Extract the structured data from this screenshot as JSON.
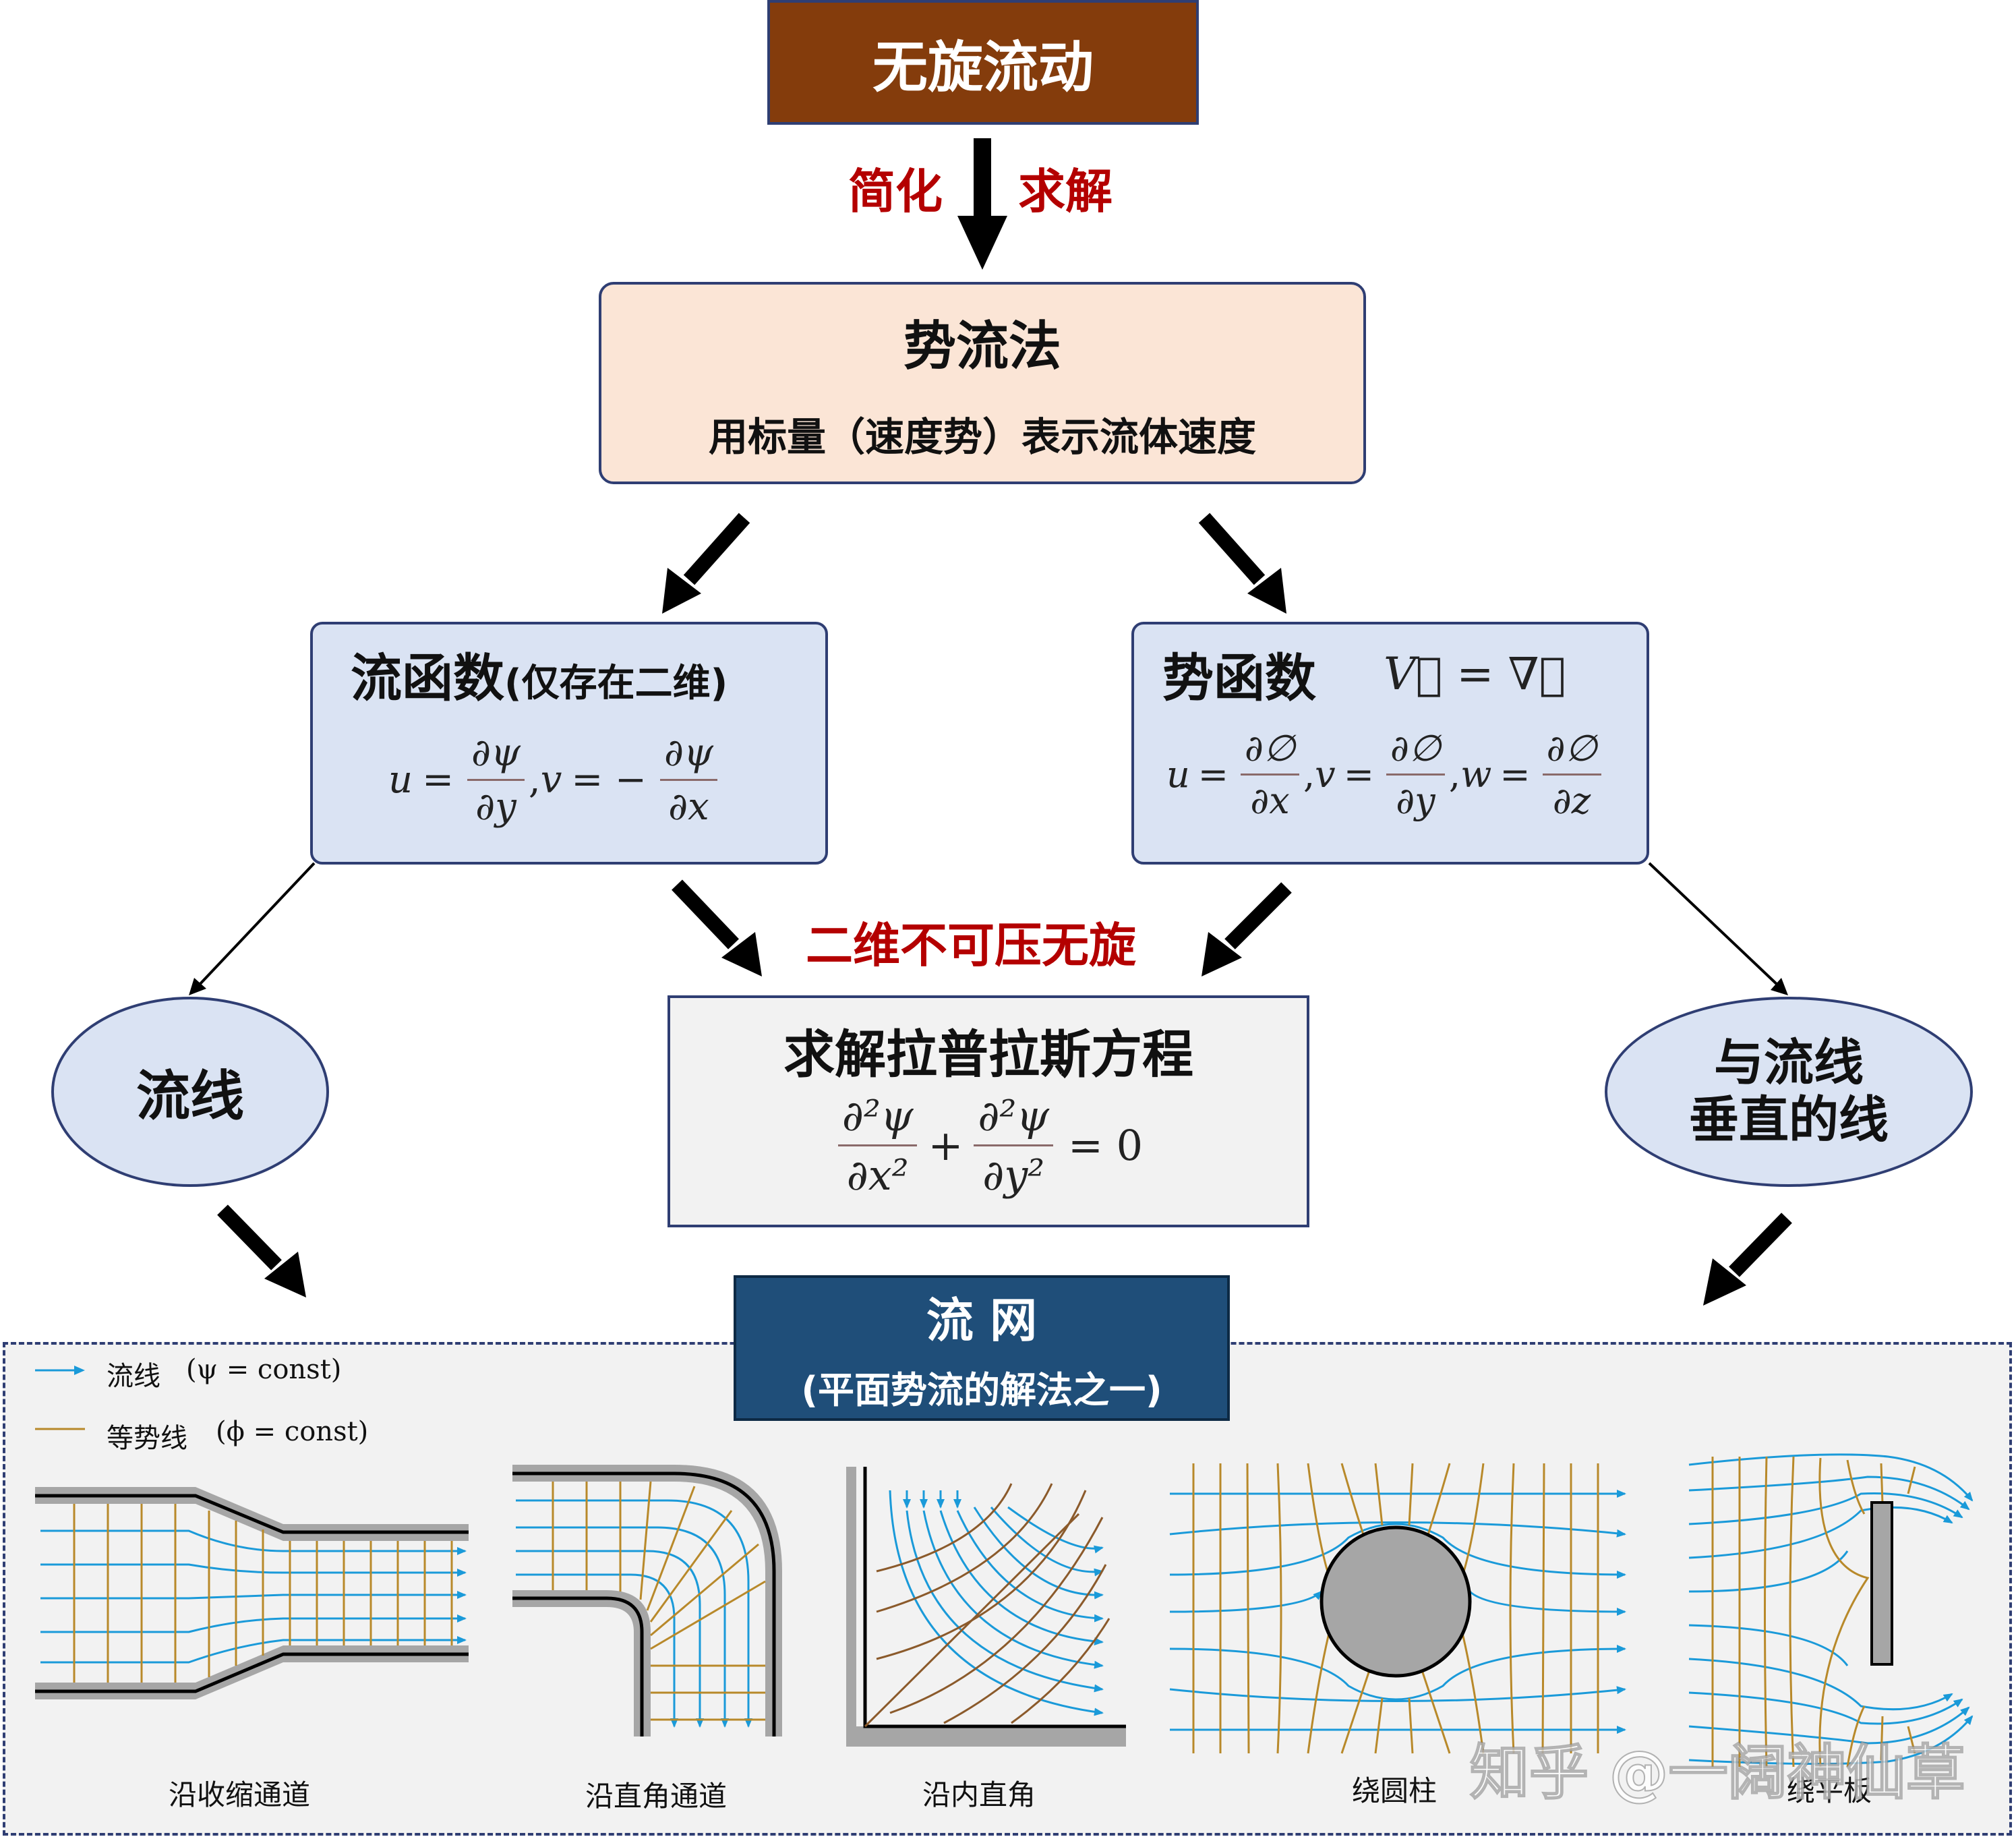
{
  "top": {
    "title": "无旋流动"
  },
  "arrow_labels": {
    "left": "简化",
    "right": "求解"
  },
  "potential_method": {
    "title": "势流法",
    "subtitle": "用标量（速度势）表示流体速度"
  },
  "stream_function": {
    "title": "流函数",
    "note": "(仅存在二维)",
    "eq": {
      "u": "u",
      "eq1": "=",
      "num1": "∂ψ",
      "den1": "∂y",
      "sep": ",",
      "v": "v",
      "eq2": "= −",
      "num2": "∂ψ",
      "den2": "∂x"
    }
  },
  "potential_function": {
    "title": "势函数",
    "vector_eq": "V⃗ = ∇∅",
    "eq": {
      "u": "u",
      "eq": "=",
      "num_x": "∂∅",
      "den_x": "∂x",
      "v": "v",
      "num_y": "∂∅",
      "den_y": "∂y",
      "w": "w",
      "num_z": "∂∅",
      "den_z": "∂z",
      "sep": ","
    }
  },
  "center_label": "二维不可压无旋",
  "laplace": {
    "title": "求解拉普拉斯方程",
    "num1": "∂²ψ",
    "den1": "∂x²",
    "plus": "+",
    "num2": "∂²ψ",
    "den2": "∂y²",
    "rhs": "= 0"
  },
  "streamline": {
    "label": "流线"
  },
  "perpendicular": {
    "line1": "与流线",
    "line2": "垂直的线"
  },
  "flow_net": {
    "title": "流 网",
    "subtitle": "(平面势流的解法之一)"
  },
  "legend": {
    "streamline": "流线",
    "streamline_eq": "(ψ = const)",
    "equipotential": "等势线",
    "equipotential_eq": "(ϕ = const)"
  },
  "panels": {
    "p1": "沿收缩通道",
    "p2": "沿直角通道",
    "p3": "沿内直角",
    "p4": "绕圆柱",
    "p5": "绕平板"
  },
  "watermark": "知乎 @一阔神仙草",
  "colors": {
    "top_box": "#843c0c",
    "method_box": "#fbe5d6",
    "blue_box": "#dae3f3",
    "border_blue": "#2f3e73",
    "flow_net_box": "#1f4e79",
    "red_text": "#b40000",
    "streamline": "#1a9ad9",
    "equipotential": "#b8892a",
    "wall": "#a6a6a6"
  }
}
